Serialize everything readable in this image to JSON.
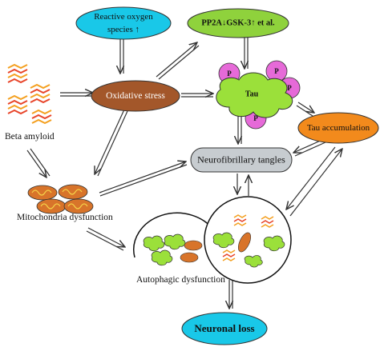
{
  "nodes": {
    "ros_line1": "Reactive oxygen",
    "ros_line2": "species ↑",
    "pp2a": "PP2A↓GSK-3↑ et al.",
    "oxidative_stress": "Oxidative stress",
    "tau": "Tau",
    "phospho": "P",
    "tau_accumulation": "Tau accumulation",
    "beta_amyloid": "Beta amyloid",
    "nft": "Neurofibrillary tangles",
    "mitochondria": "Mitochondria dysfunction",
    "autophagic": "Autophagic dysfunction",
    "neuronal_loss": "Neuronal loss"
  },
  "colors": {
    "ros_fill": "#19c8e8",
    "pp2a_fill": "#8fd23c",
    "oxidative_fill": "#a3572a",
    "tau_fill": "#9be03a",
    "phospho_fill": "#e66ad8",
    "tau_acc_fill": "#f28a1c",
    "nft_fill": "#c7ccd0",
    "neuronal_fill": "#19c8e8",
    "amyloid_orange": "#f4a020",
    "amyloid_red": "#e8452a",
    "mito_fill": "#d8742a",
    "arrow": "#333333"
  }
}
